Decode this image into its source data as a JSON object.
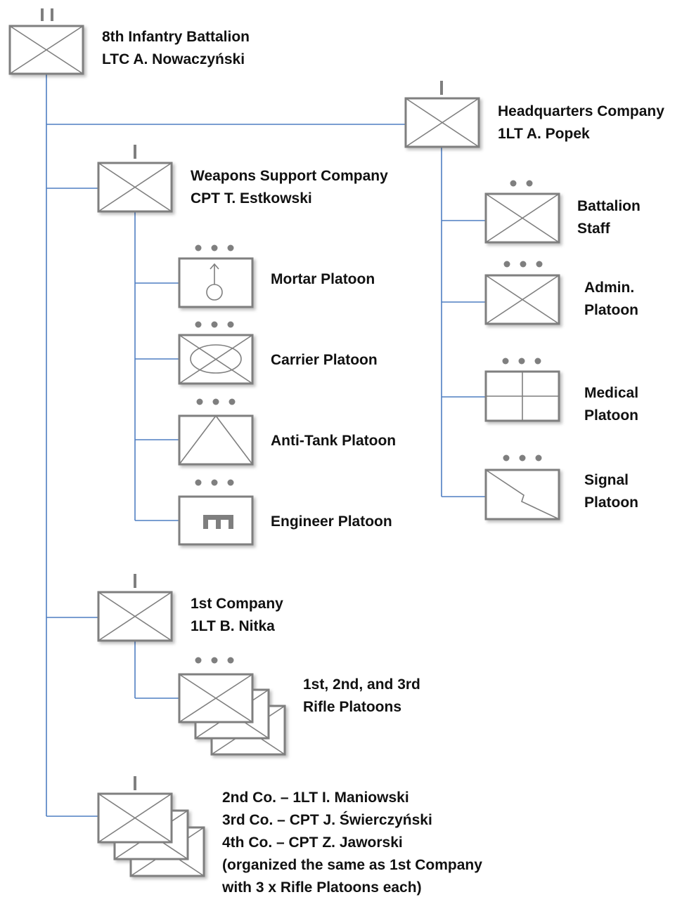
{
  "units": {
    "battalion": {
      "name": "8th Infantry Battalion",
      "commander": "LTC A. Nowaczyński",
      "symbol": "infantry-battalion"
    },
    "hq_company": {
      "name": "Headquarters Company",
      "commander": "1LT A. Popek",
      "symbol": "infantry-company",
      "platoons": [
        {
          "line1": "Battalion",
          "line2": "Staff",
          "symbol": "infantry-section"
        },
        {
          "line1": "Admin.",
          "line2": "Platoon",
          "symbol": "infantry-platoon"
        },
        {
          "line1": "Medical",
          "line2": "Platoon",
          "symbol": "medical-platoon"
        },
        {
          "line1": "Signal",
          "line2": "Platoon",
          "symbol": "signal-platoon"
        }
      ]
    },
    "weapons_company": {
      "name": "Weapons Support Company",
      "commander": "CPT T. Estkowski",
      "symbol": "infantry-company",
      "platoons": [
        {
          "label": "Mortar Platoon",
          "symbol": "mortar-platoon"
        },
        {
          "label": "Carrier Platoon",
          "symbol": "carrier-platoon"
        },
        {
          "label": "Anti-Tank Platoon",
          "symbol": "anti-tank-platoon"
        },
        {
          "label": "Engineer Platoon",
          "symbol": "engineer-platoon"
        }
      ]
    },
    "first_company": {
      "name": "1st Company",
      "commander": "1LT B. Nitka",
      "symbol": "infantry-company",
      "rifle_platoons": {
        "line1": "1st, 2nd, and 3rd",
        "line2": "Rifle Platoons",
        "symbol": "infantry-platoon-stack"
      }
    },
    "other_companies": {
      "lines": [
        "2nd Co. – 1LT I. Maniowski",
        "3rd Co. – CPT J. Świerczyński",
        "4th Co. – CPT Z. Jaworski",
        "(organized the same as 1st Company",
        "with 3 x Rifle Platoons each)"
      ],
      "symbol": "infantry-company-stack"
    }
  },
  "colors": {
    "connector": "#4f7ec2",
    "symbol": "#7f7f7f",
    "text": "#111111"
  }
}
